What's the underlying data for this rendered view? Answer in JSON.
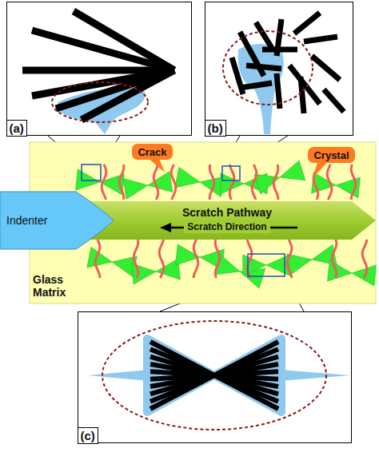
{
  "diagram": {
    "nodes": [
      {
        "text": [
          "(a)"
        ]
      },
      {
        "text": [
          "(b)"
        ]
      },
      {
        "text": [
          "Glass Matrix"
        ]
      },
      {
        "text": [
          "Crack"
        ],
        "in": 2
      },
      {
        "text": [
          "Crystal"
        ],
        "in": 2
      },
      {
        "text": [
          "Scratch Pathway",
          "Scratch Direction"
        ],
        "in": 2
      },
      {
        "text": [
          "Indenter"
        ]
      },
      {
        "text": [
          "(c)"
        ]
      }
    ]
  }
}
